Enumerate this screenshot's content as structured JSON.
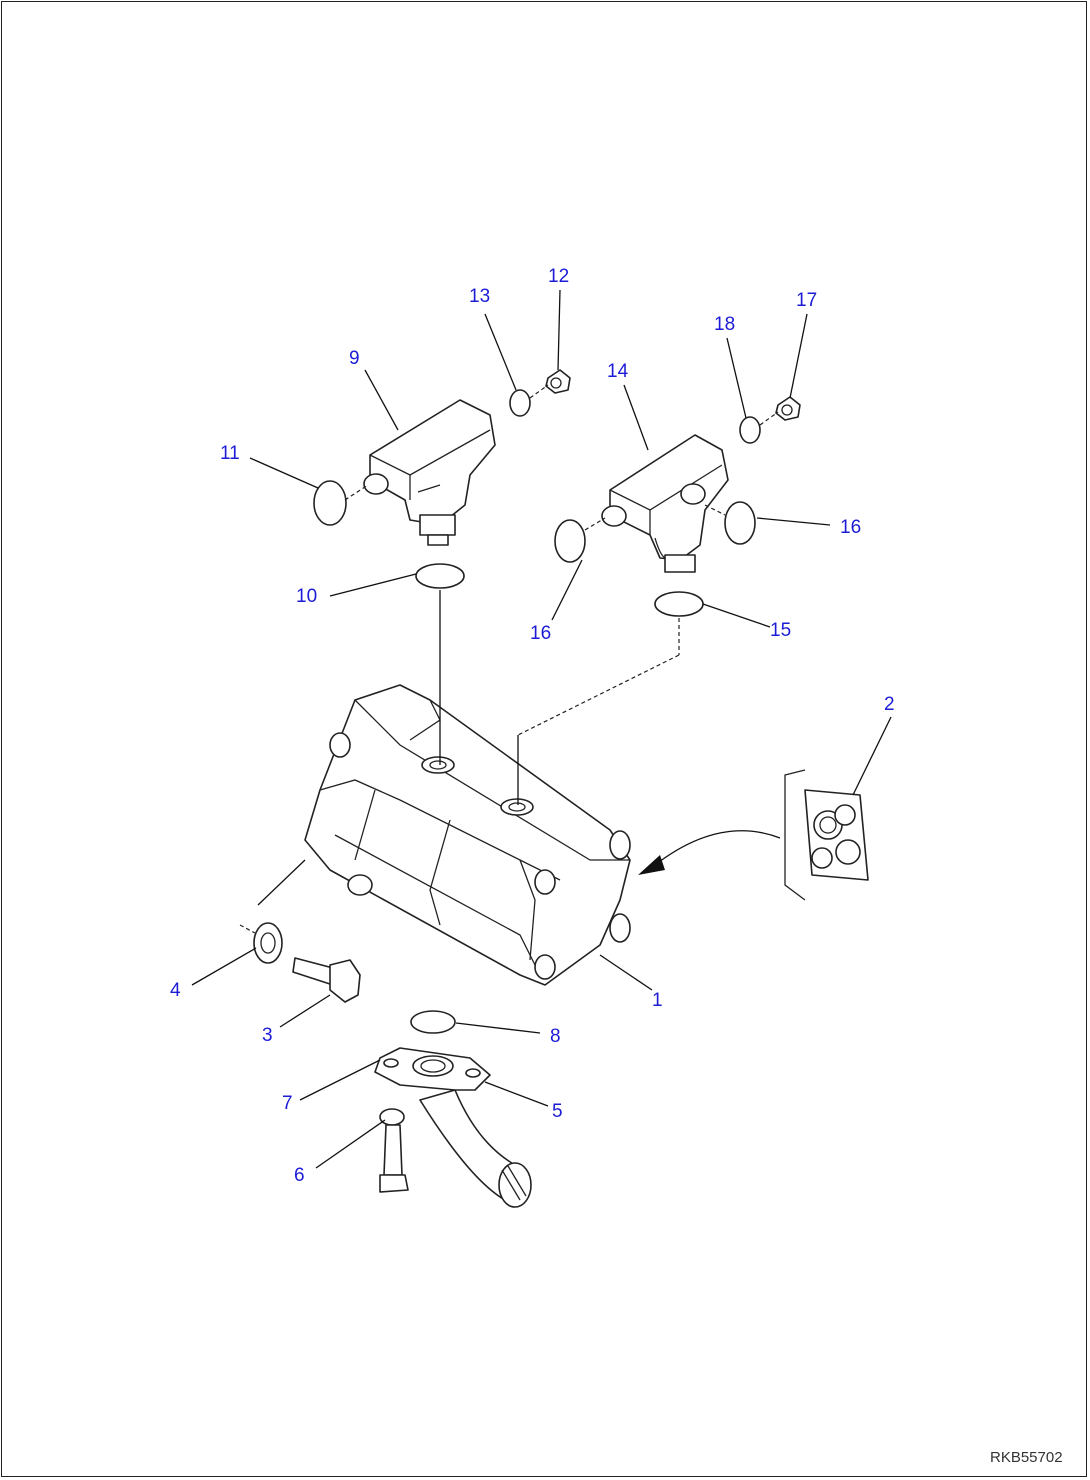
{
  "callouts": [
    "1",
    "2",
    "3",
    "4",
    "5",
    "6",
    "7",
    "8",
    "9",
    "10",
    "11",
    "12",
    "13",
    "14",
    "15",
    "16",
    "16",
    "17",
    "18"
  ],
  "drawing_code": "RKB55702",
  "colors": {
    "callout": "#1c1cd6",
    "line": "#222222",
    "background": "#ffffff"
  }
}
